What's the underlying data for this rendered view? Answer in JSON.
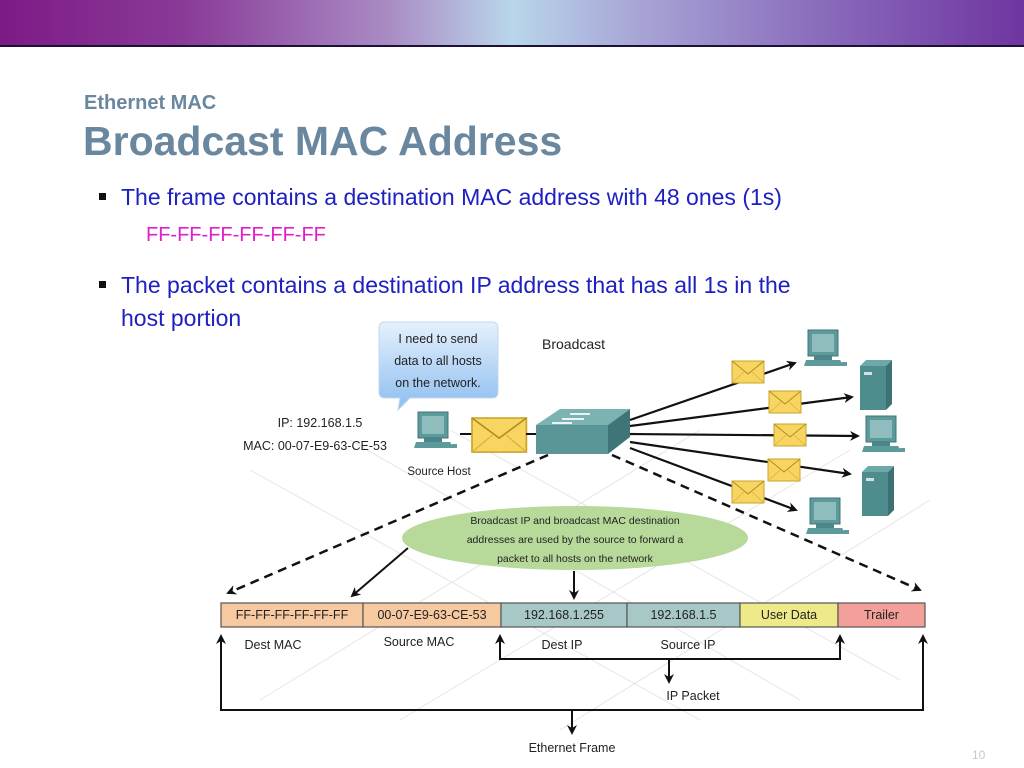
{
  "slide": {
    "subtitle": "Ethernet MAC",
    "title": "Broadcast MAC Address",
    "bullets": [
      "The frame contains a destination MAC address with 48 ones (1s)",
      "The packet contains a destination IP address that has all 1s in the",
      "host portion"
    ],
    "broadcast_mac": "FF-FF-FF-FF-FF-FF",
    "page_number": "10"
  },
  "diagram": {
    "speech_bubble": [
      "I need to send",
      "data to all hosts",
      "on the network."
    ],
    "heading": "Broadcast",
    "source_host": {
      "ip": "IP: 192.168.1.5",
      "mac": "MAC: 00-07-E9-63-CE-53",
      "label": "Source Host"
    },
    "note": [
      "Broadcast IP and broadcast MAC destination",
      "addresses are used by the source to forward a",
      "packet to all hosts on the network"
    ],
    "frame_fields": [
      {
        "value": "FF-FF-FF-FF-FF-FF",
        "label": "Dest MAC",
        "color": "#f7c9a0"
      },
      {
        "value": "00-07-E9-63-CE-53",
        "label": "Source MAC",
        "color": "#f7c9a0"
      },
      {
        "value": "192.168.1.255",
        "label": "Dest IP",
        "color": "#a8c8c8"
      },
      {
        "value": "192.168.1.5",
        "label": "Source IP",
        "color": "#a8c8c8"
      },
      {
        "value": "User Data",
        "label": "",
        "color": "#eeea8a"
      },
      {
        "value": "Trailer",
        "label": "",
        "color": "#f4a09a"
      }
    ],
    "ip_packet_label": "IP Packet",
    "ethernet_frame_label": "Ethernet Frame",
    "colors": {
      "device": "#4f8c8e",
      "envelope": "#f7d560",
      "note_bg": "#b7d99a",
      "bubble": "#9fc8f0"
    }
  }
}
